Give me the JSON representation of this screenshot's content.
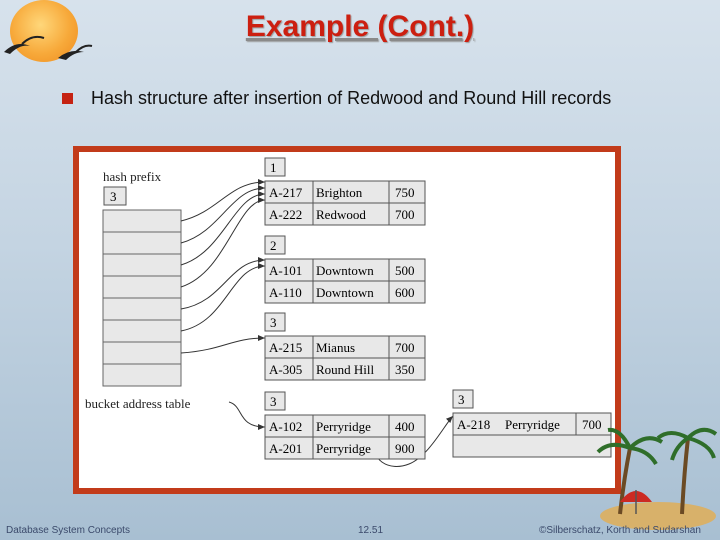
{
  "slide": {
    "title": "Example (Cont.)",
    "bullet": "Hash structure after insertion of Redwood and Round Hill records"
  },
  "figure": {
    "hash_prefix_label": "hash prefix",
    "hash_prefix_value": "3",
    "bucket_table_label": "bucket address table",
    "bucket_table_entries": 8,
    "buckets": [
      {
        "local_depth": "1",
        "records": [
          [
            "A-217",
            "Brighton",
            "750"
          ],
          [
            "A-222",
            "Redwood",
            "700"
          ]
        ]
      },
      {
        "local_depth": "2",
        "records": [
          [
            "A-101",
            "Downtown",
            "500"
          ],
          [
            "A-110",
            "Downtown",
            "600"
          ]
        ]
      },
      {
        "local_depth": "3",
        "records": [
          [
            "A-215",
            "Mianus",
            "700"
          ],
          [
            "A-305",
            "Round Hill",
            "350"
          ]
        ]
      },
      {
        "local_depth": "3",
        "records": [
          [
            "A-102",
            "Perryridge",
            "400"
          ],
          [
            "A-201",
            "Perryridge",
            "900"
          ]
        ]
      },
      {
        "local_depth": "3",
        "records": [
          [
            "A-218",
            "Perryridge",
            "700"
          ]
        ]
      }
    ]
  },
  "footer": {
    "left": "Database System Concepts",
    "page": "12.51",
    "right": "©Silberschatz, Korth and Sudarshan"
  },
  "colors": {
    "title": "#cc1f10",
    "frame": "#c23b1a",
    "bullet": "#c52212"
  }
}
